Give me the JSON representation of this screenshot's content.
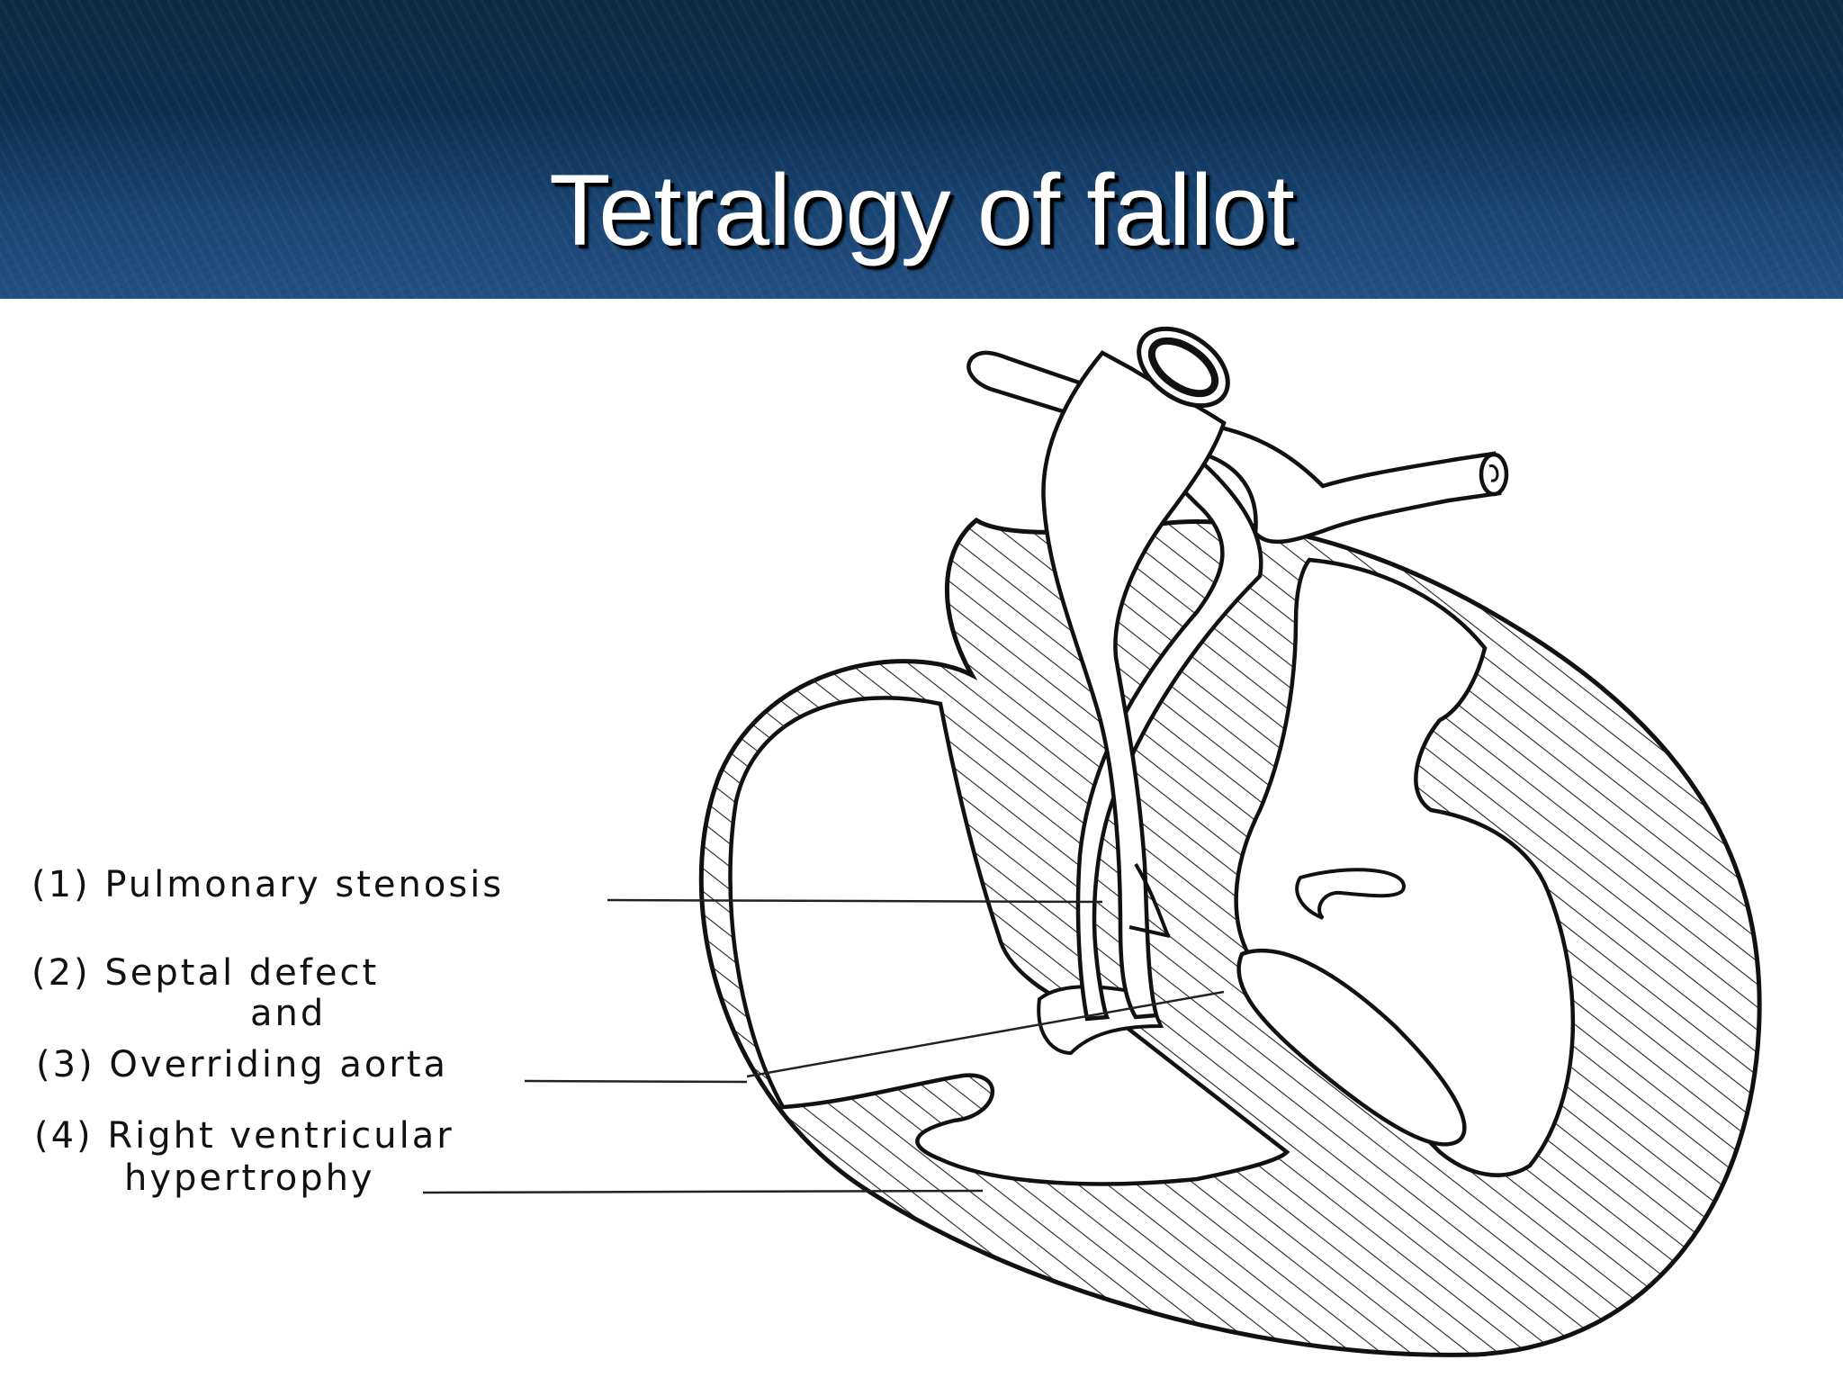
{
  "slide": {
    "title": "Tetralogy of fallot"
  },
  "labels": {
    "l1": "(1)  Pulmonary  stenosis",
    "l2": "(2)  Septal  defect",
    "l2b": "and",
    "l3": "(3)  Overriding aorta",
    "l4": "(4)  Right  ventricular",
    "l4b": "hypertrophy"
  },
  "colors": {
    "header": "#0b2f52",
    "title_text": "#ffffff",
    "line_art": "#111111"
  }
}
